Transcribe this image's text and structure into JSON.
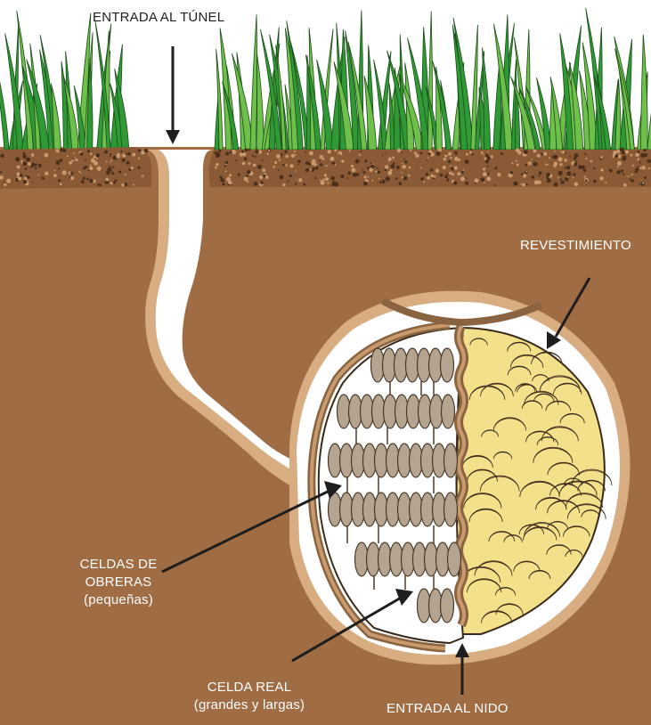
{
  "labels": {
    "tunnel_entrance": "ENTRADA AL TÚNEL",
    "lining": "REVESTIMIENTO",
    "worker_cells_line1": "CELDAS DE",
    "worker_cells_line2": "OBRERAS",
    "worker_cells_line3": "(pequeñas)",
    "royal_cell_line1": "CELDA REAL",
    "royal_cell_line2": "(grandes y largas)",
    "nest_entrance": "ENTRADA AL NIDO"
  },
  "colors": {
    "soil": "#a06c43",
    "soil_dark": "#5a3a22",
    "soil_light": "#c99a6e",
    "grass": "#6fc04a",
    "grass_dark": "#2f8a2a",
    "comb": "#b5a48f",
    "lining_yellow": "#f3e08a",
    "arrow": "#1e1e1e"
  }
}
